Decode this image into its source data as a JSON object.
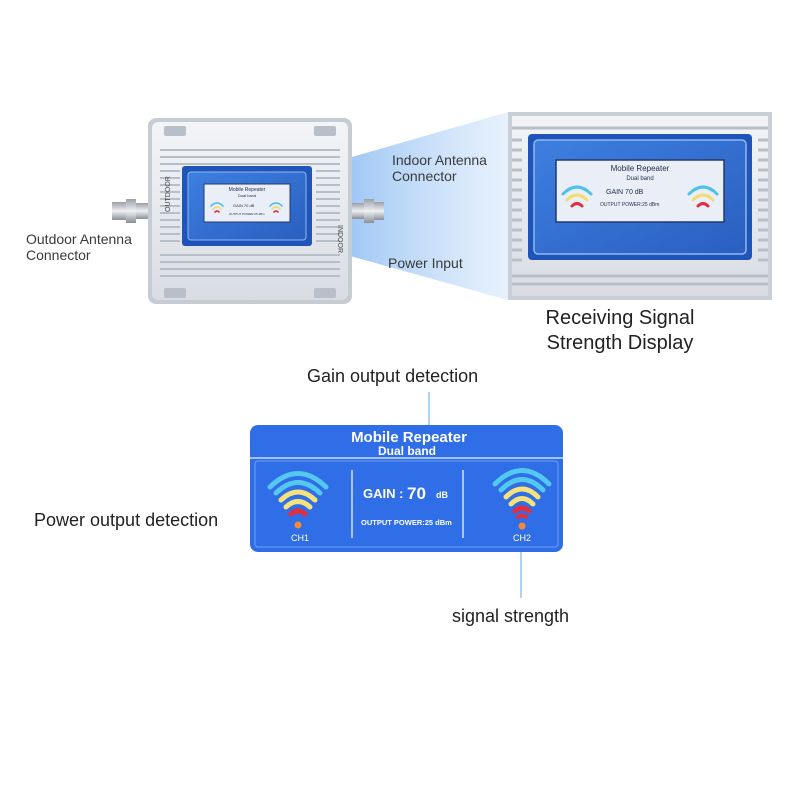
{
  "device": {
    "side_label_left": "OUTDOOR",
    "side_label_right": "INDOOR",
    "mini_title": "Mobile Repeater",
    "mini_subtitle": "Dual band",
    "mini_gain": "GAIN 70 dB",
    "mini_power": "OUTPUT POWER:25 dBm"
  },
  "callouts": {
    "outdoor_antenna": [
      "Outdoor Antenna",
      "Connector"
    ],
    "indoor_antenna": [
      "Indoor Antenna",
      "Connector"
    ],
    "power_input": "Power Input",
    "receiving_display": [
      "Receiving Signal",
      "Strength Display"
    ],
    "gain_detection": "Gain output detection",
    "power_detection": "Power output detection",
    "signal_strength": "signal strength"
  },
  "panel": {
    "title": "Mobile   Repeater",
    "subtitle": "Dual band",
    "gain_label": "GAIN :",
    "gain_value": "70",
    "gain_unit": "dB",
    "output_power": "OUTPUT POWER:25 dBm",
    "ch1": "CH1",
    "ch2": "CH2"
  },
  "colors": {
    "panel_blue": "#2f6ee6",
    "panel_dark": "#2459c8",
    "bar_cyan": "#55c8f0",
    "bar_yellow": "#f6e27a",
    "bar_red": "#e03040",
    "dot_orange": "#f08a3c"
  }
}
